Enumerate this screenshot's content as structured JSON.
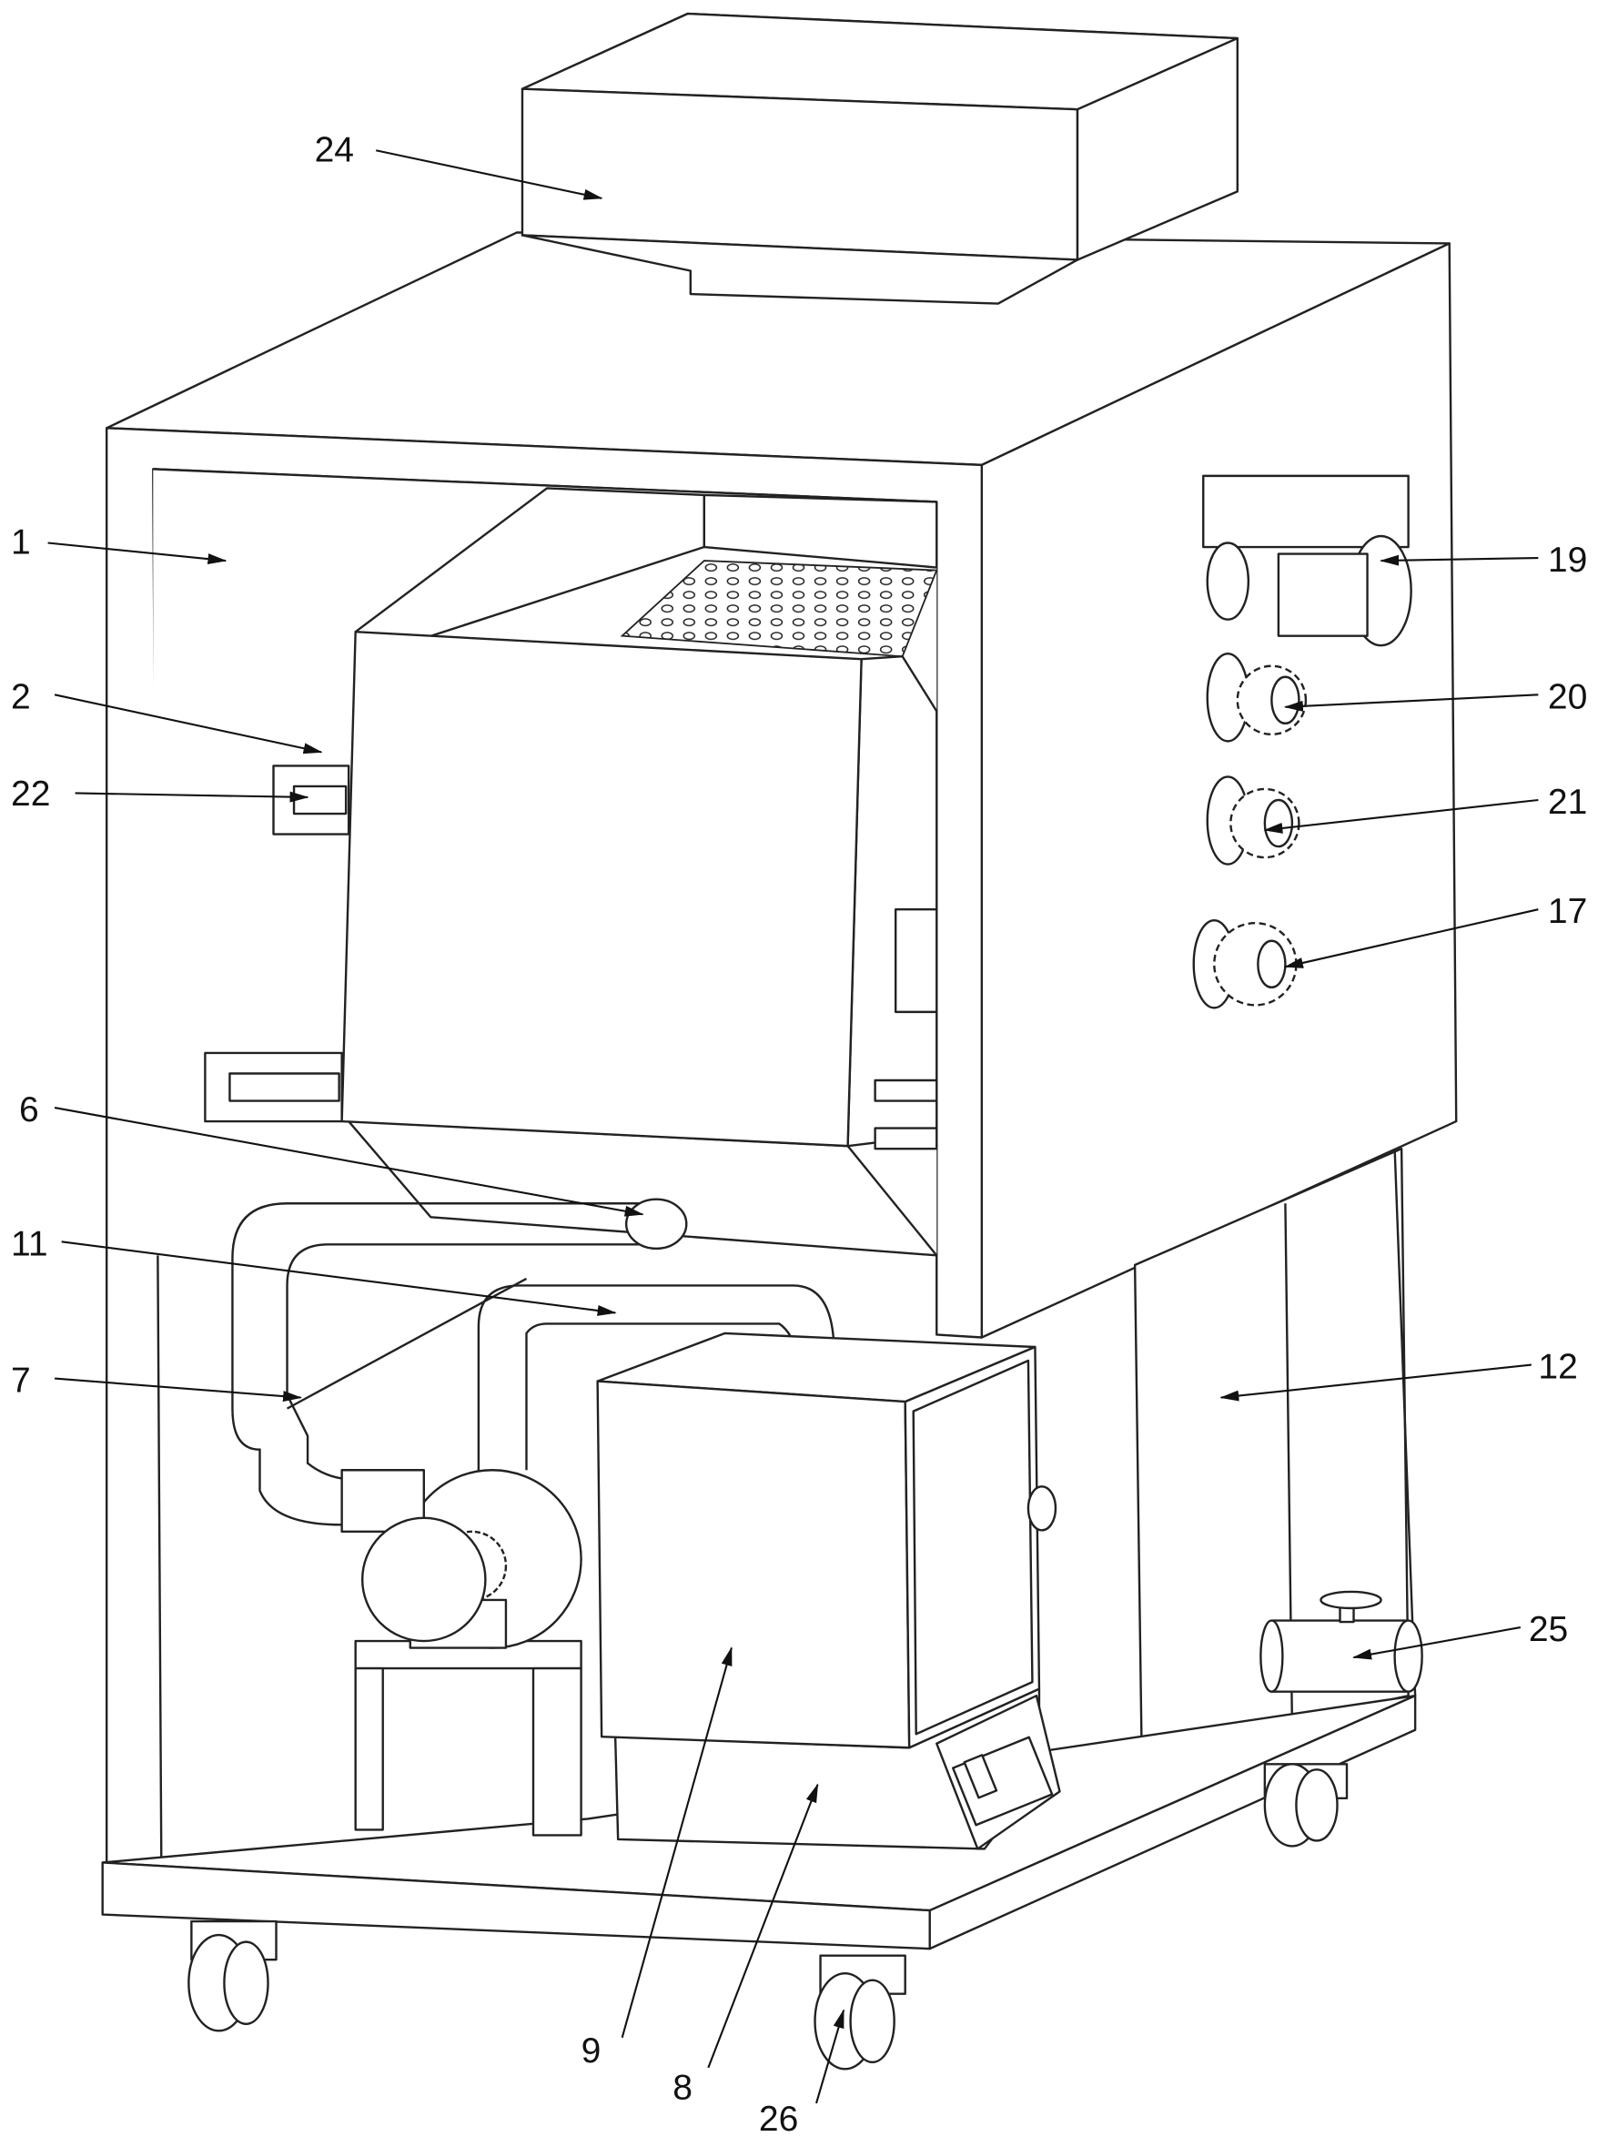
{
  "labels": {
    "l24": "24",
    "l1": "1",
    "l2": "2",
    "l22": "22",
    "l6": "6",
    "l11": "11",
    "l7": "7",
    "l19": "19",
    "l20": "20",
    "l21": "21",
    "l17": "17",
    "l12": "12",
    "l25": "25",
    "l9": "9",
    "l8": "8",
    "l26": "26"
  },
  "colors": {
    "line": "#222222",
    "background": "#ffffff"
  }
}
